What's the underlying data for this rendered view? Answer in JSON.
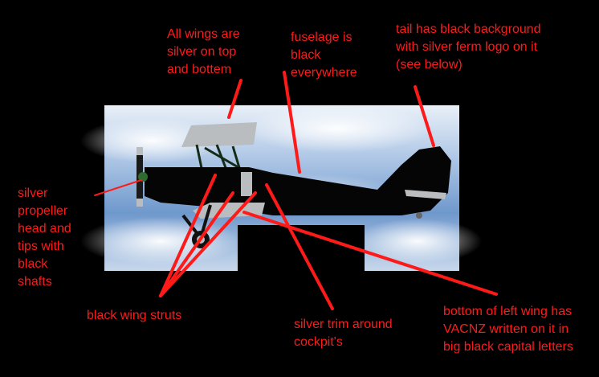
{
  "annotations": {
    "wings": "All wings are\nsilver on top\nand bottem",
    "fuselage": "fuselage is\nblack\neverywhere",
    "tail": "tail has black background\nwith silver ferm logo on it\n(see below)",
    "propeller": "silver\npropeller\nhead and\ntips with\nblack\nshafts",
    "struts": "black wing struts",
    "trim": "silver trim around\ncockpit's",
    "bottom_wing": "bottom of left wing has\nVACNZ written on it in\nbig black capital letters"
  },
  "colors": {
    "background": "#000000",
    "annotation": "#ff1a1a",
    "sky": "#a9c3e4",
    "aircraft": "#050505",
    "silver": "#b9bdbf"
  },
  "icons": [
    "biplane-image",
    "annotation-arrow"
  ]
}
